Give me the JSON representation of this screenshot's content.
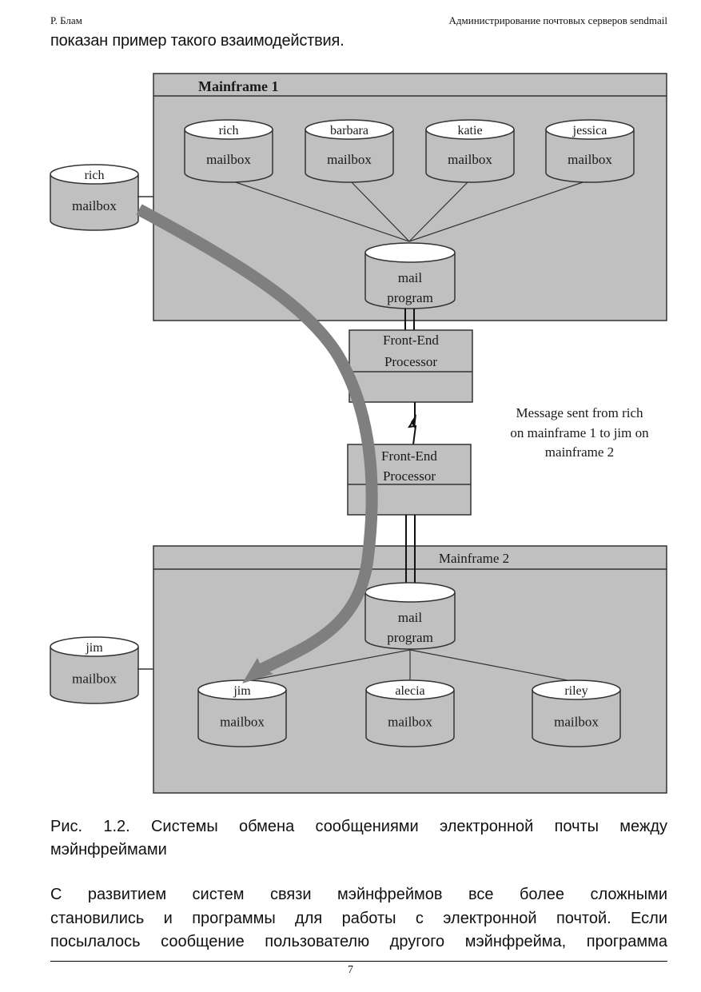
{
  "header": {
    "author": "Р. Блам",
    "book_title": "Администрирование почтовых серверов sendmail"
  },
  "lead_text": "показан пример такого взаимодействия.",
  "figure": {
    "mainframe1": {
      "title": "Mainframe 1",
      "mailboxes": [
        {
          "user": "rich",
          "label": "mailbox"
        },
        {
          "user": "barbara",
          "label": "mailbox"
        },
        {
          "user": "katie",
          "label": "mailbox"
        },
        {
          "user": "jessica",
          "label": "mailbox"
        }
      ],
      "program": {
        "line1": "mail",
        "line2": "program"
      },
      "external_mailbox": {
        "user": "rich",
        "label": "mailbox"
      }
    },
    "fep_top": {
      "line1": "Front-End",
      "line2": "Processor"
    },
    "fep_bottom": {
      "line1": "Front-End",
      "line2": "Processor"
    },
    "annotation": [
      "Message sent from rich",
      "on mainframe 1 to jim on",
      "mainframe 2"
    ],
    "mainframe2": {
      "title": "Mainframe 2",
      "program": {
        "line1": "mail",
        "line2": "program"
      },
      "mailboxes": [
        {
          "user": "jim",
          "label": "mailbox"
        },
        {
          "user": "alecia",
          "label": "mailbox"
        },
        {
          "user": "riley",
          "label": "mailbox"
        }
      ],
      "external_mailbox": {
        "user": "jim",
        "label": "mailbox"
      }
    },
    "colors": {
      "box_fill": "#c0c0c0",
      "arrow": "#7f7f7f",
      "stroke": "#333333"
    }
  },
  "caption": {
    "line1": "Рис. 1.2.  Системы обмена сообщениями электронной почты между",
    "line2": "мэйнфреймами"
  },
  "paragraph": [
    "С развитием систем связи мэйнфреймов все более сложными",
    "становились и программы для работы с электронной почтой. Если",
    "посылалось сообщение пользователю другого мэйнфрейма, программа"
  ],
  "footer": {
    "page_number": "7"
  }
}
